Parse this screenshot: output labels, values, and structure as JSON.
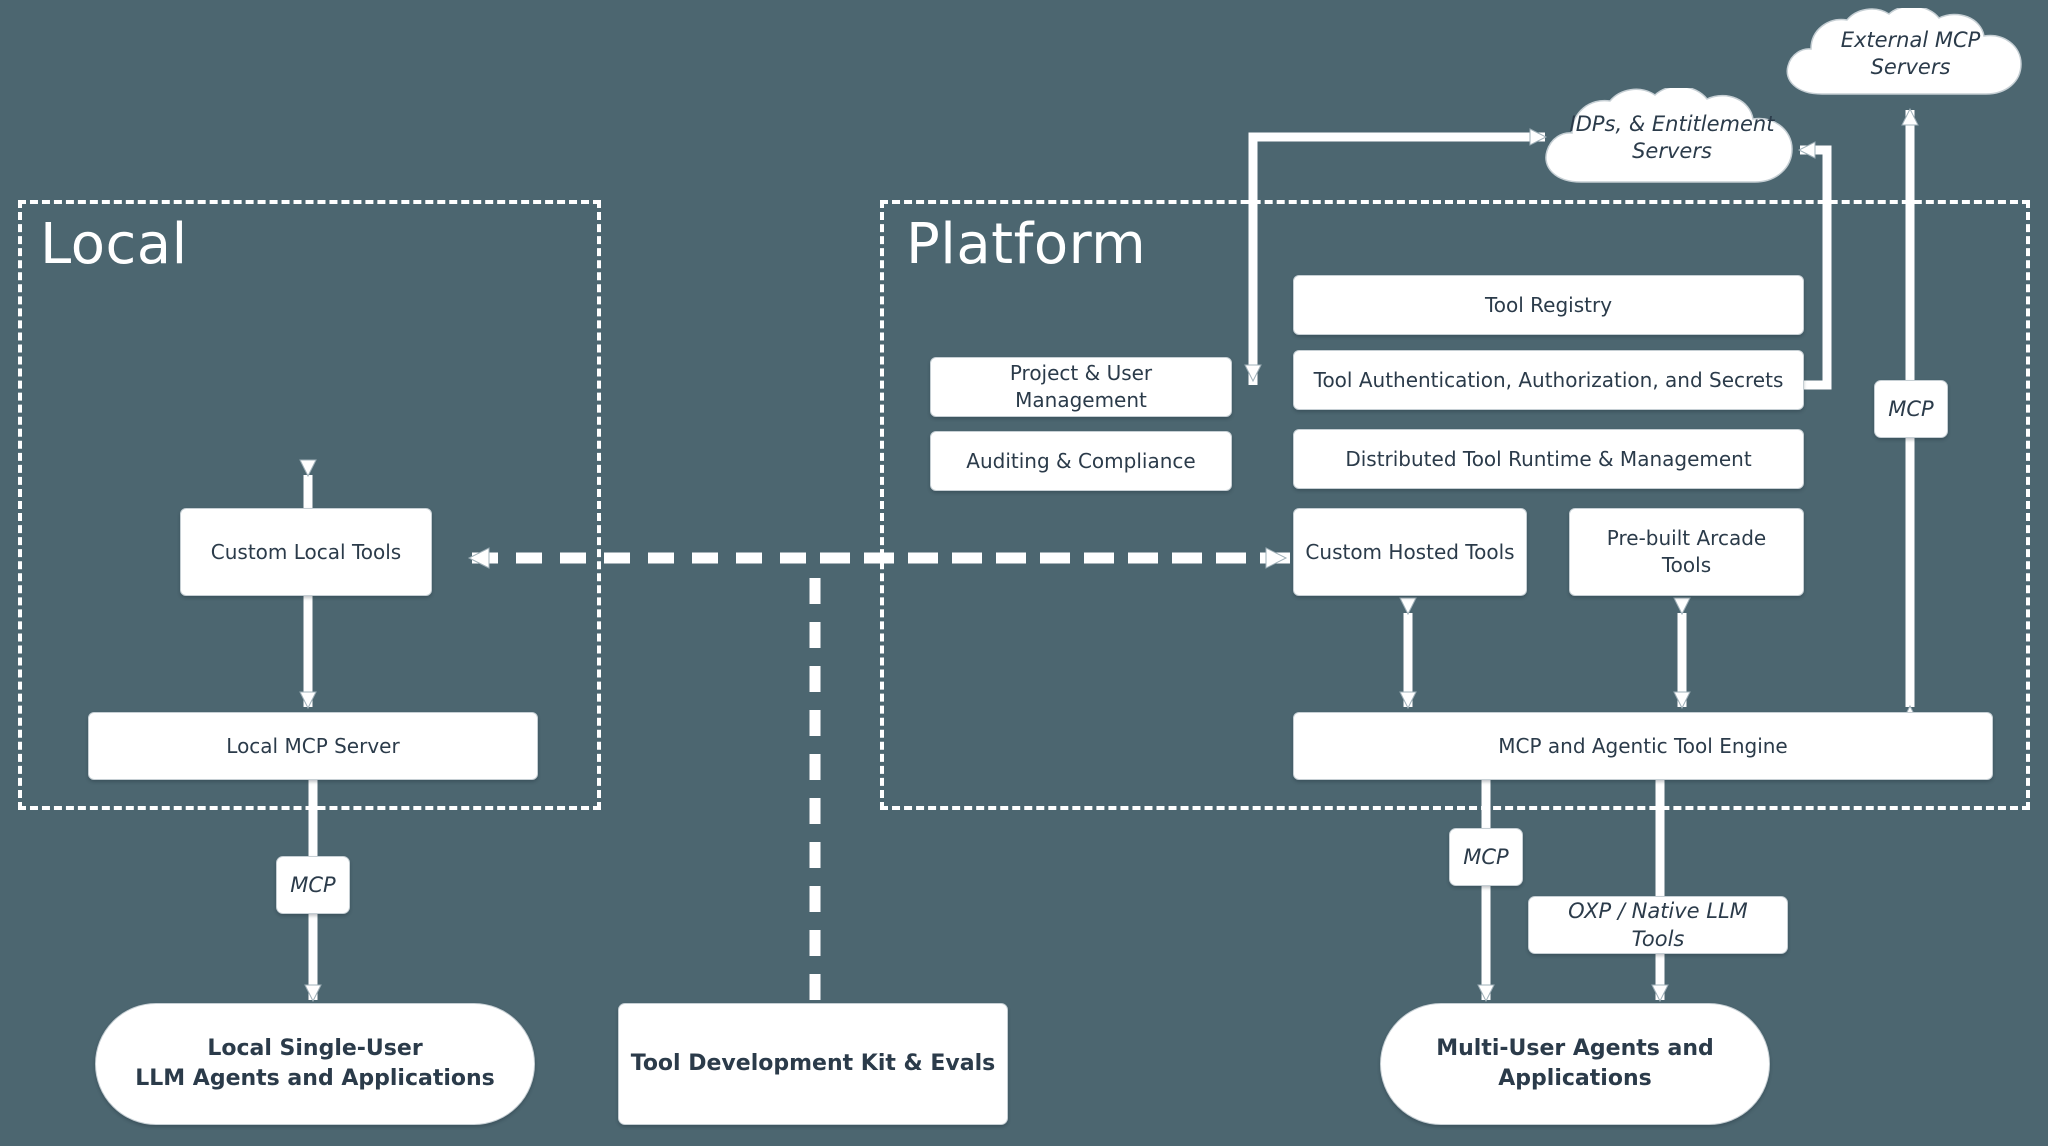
{
  "diagram": {
    "background_color": "#4c6670",
    "node_fill": "#ffffff",
    "node_text_color": "#2b3b4a",
    "stroke_color": "#ffffff"
  },
  "zones": [
    {
      "id": "local",
      "title": "Local"
    },
    {
      "id": "platform",
      "title": "Platform"
    }
  ],
  "clouds": [
    {
      "id": "external-mcp-servers",
      "label": "External MCP Servers"
    },
    {
      "id": "idps-entitlement",
      "label": "IDPs, & Entitlement Servers"
    }
  ],
  "local_nodes": [
    {
      "id": "custom-local-tools",
      "label": "Custom Local Tools"
    },
    {
      "id": "local-mcp-server",
      "label": "Local MCP Server"
    }
  ],
  "platform_nodes": [
    {
      "id": "project-user-management",
      "label": "Project & User Management"
    },
    {
      "id": "auditing-compliance",
      "label": "Auditing & Compliance"
    },
    {
      "id": "tool-registry",
      "label": "Tool Registry"
    },
    {
      "id": "tool-auth",
      "label": "Tool Authentication, Authorization, and Secrets"
    },
    {
      "id": "distributed-tool-runtime",
      "label": "Distributed Tool Runtime & Management"
    },
    {
      "id": "custom-hosted-tools",
      "label": "Custom Hosted Tools"
    },
    {
      "id": "prebuilt-arcade-tools",
      "label": "Pre-built Arcade Tools"
    },
    {
      "id": "mcp-agentic-tool-engine",
      "label": "MCP and Agentic Tool Engine"
    }
  ],
  "edge_labels": [
    {
      "id": "mcp-local",
      "label": "MCP"
    },
    {
      "id": "mcp-external",
      "label": "MCP"
    },
    {
      "id": "mcp-platform",
      "label": "MCP"
    },
    {
      "id": "oxp-native",
      "label": "OXP / Native LLM Tools"
    }
  ],
  "consumers": [
    {
      "id": "local-agents",
      "line1": "Local Single-User",
      "line2": "LLM Agents and Applications"
    },
    {
      "id": "tdk-evals",
      "line1": "Tool Development Kit & Evals",
      "line2": ""
    },
    {
      "id": "multi-agents",
      "line1": "Multi-User Agents and",
      "line2": "Applications"
    }
  ]
}
